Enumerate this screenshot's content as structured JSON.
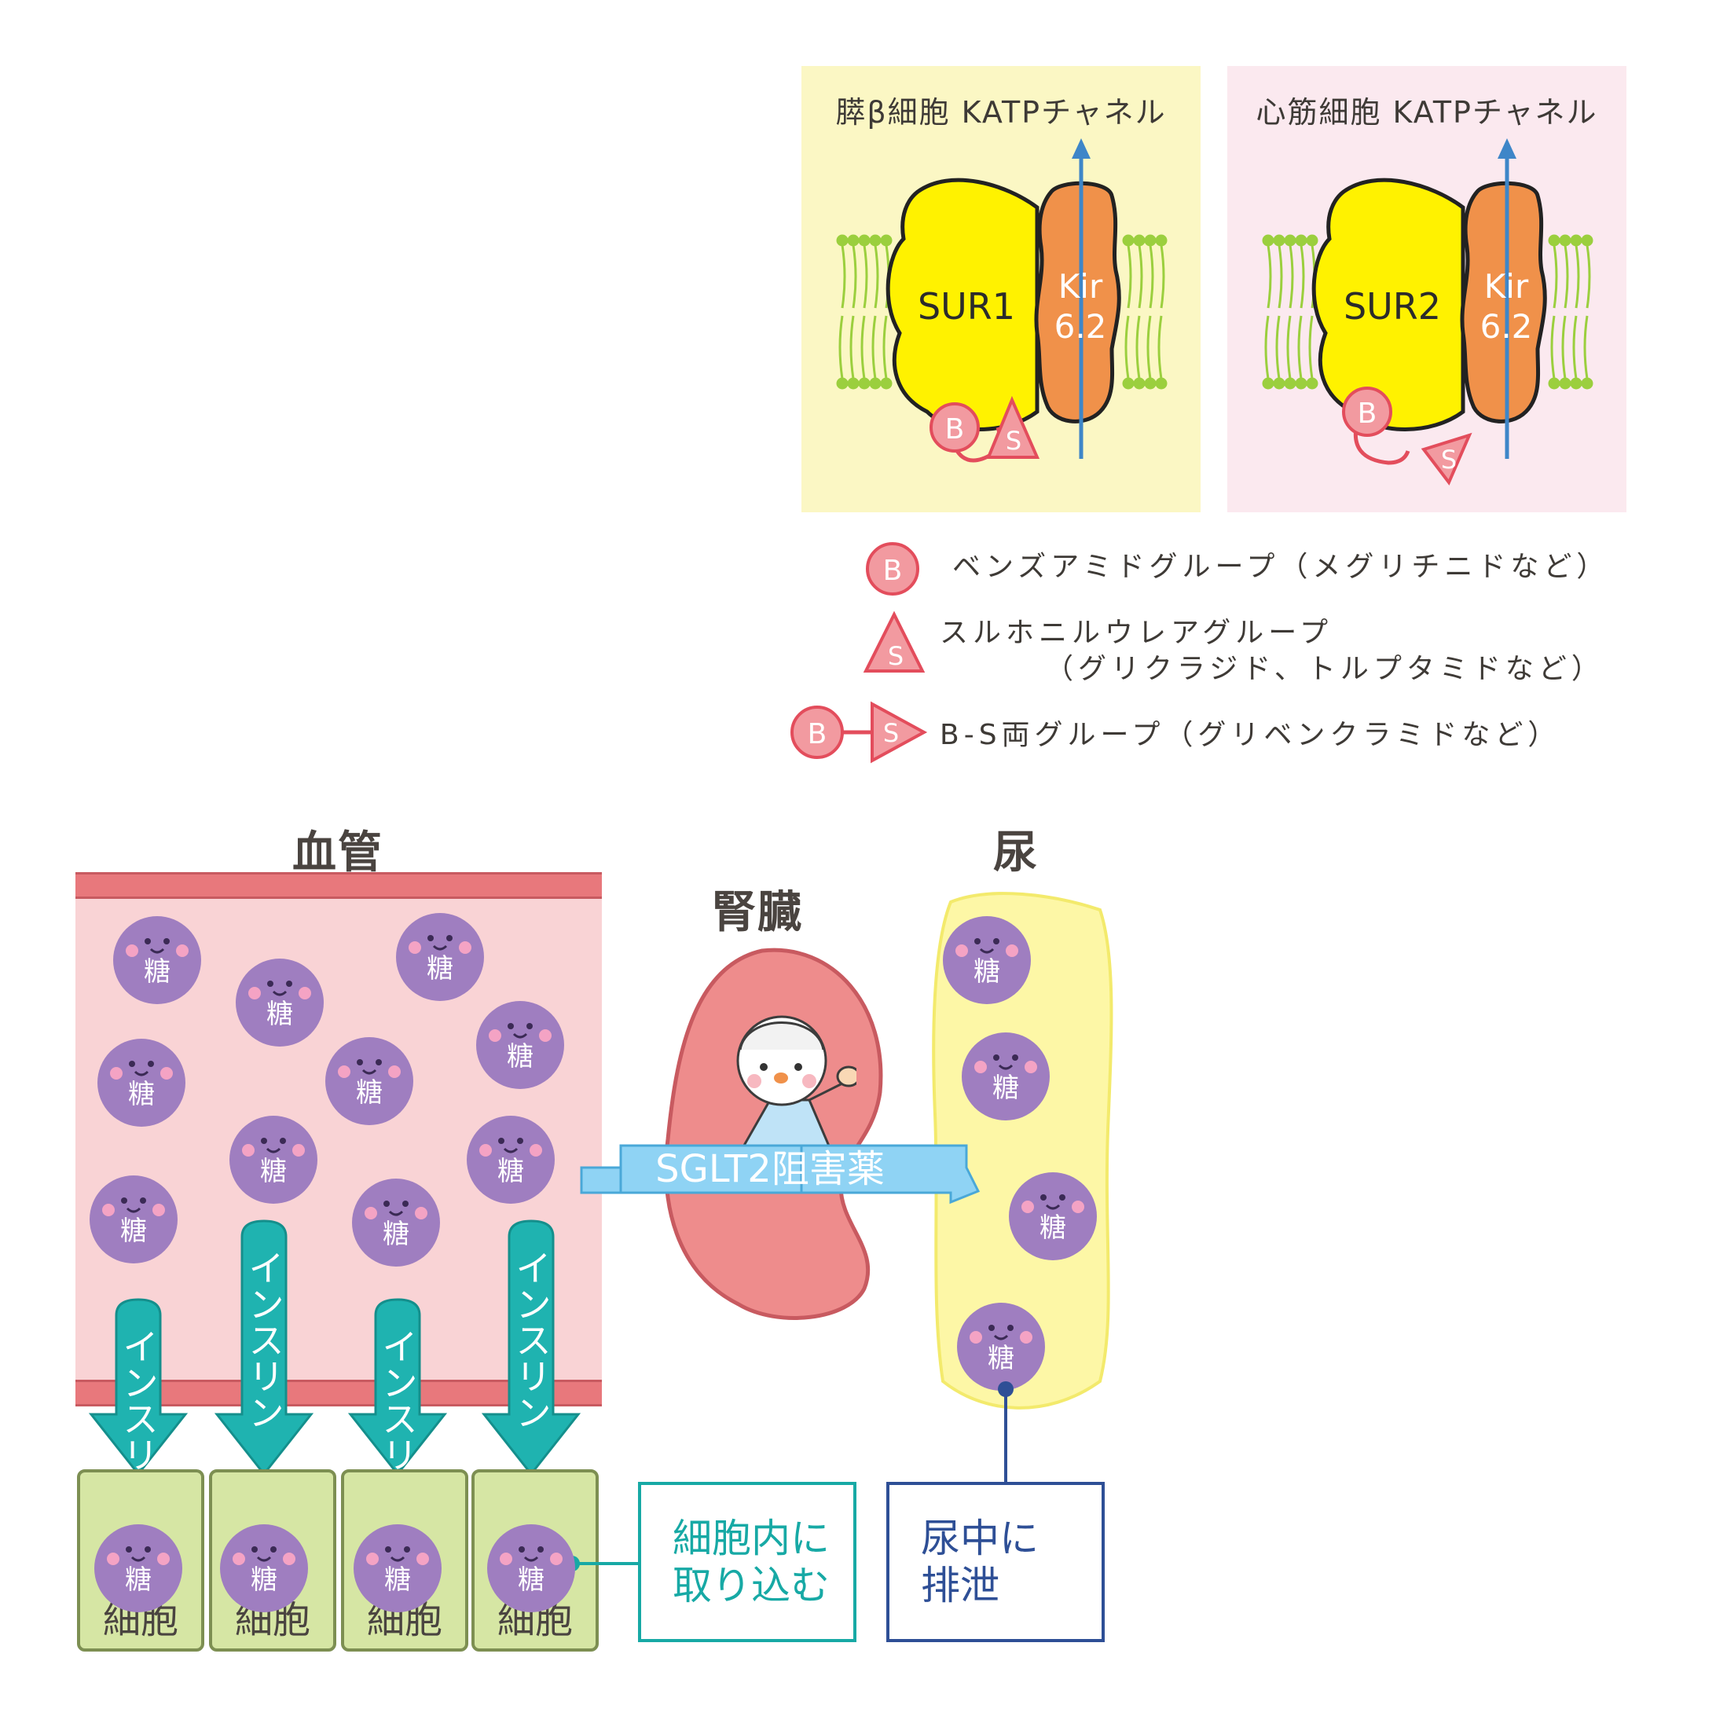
{
  "katp_panels": [
    {
      "title": "膵β細胞 KATPチャネル",
      "sur_label": "SUR1",
      "kir_label_line1": "Kir",
      "kir_label_line2": "6.2",
      "bg_color": "#fbf7c4"
    },
    {
      "title": "心筋細胞 KATPチャネル",
      "sur_label": "SUR2",
      "kir_label_line1": "Kir",
      "kir_label_line2": "6.2",
      "bg_color": "#fbe9ef"
    }
  ],
  "site_letters": {
    "b": "B",
    "s": "S"
  },
  "legend": {
    "benzamide": "ベンズアミドグループ（メグリチニドなど）",
    "sulfonylurea_line1": "スルホニルウレアグループ",
    "sulfonylurea_line2": "（グリクラジド、トルプタミドなど）",
    "both": "B-S両グループ（グリベンクラミドなど）"
  },
  "labels": {
    "blood_vessel": "血管",
    "kidney": "腎臓",
    "urine": "尿",
    "sglt2": "SGLT2阻害薬",
    "insulin": "インスリン",
    "cell": "細胞",
    "sugar": "糖",
    "uptake_line1": "細胞内に",
    "uptake_line2": "取り込む",
    "excrete_line1": "尿中に",
    "excrete_line2": "排泄"
  },
  "colors": {
    "sur": "#fff200",
    "kir": "#f0914a",
    "membrane": "#9bcf3e",
    "drug_pink": "#f29aa0",
    "sugar_purple": "#9f7ec0",
    "vessel_bg": "#f9d3d5",
    "vessel_wall": "#e8787c",
    "insulin_teal": "#1fb3b0",
    "cell_green": "#d6e6a4",
    "kidney": "#ee8c8c",
    "urine_yellow": "#fdf7a6",
    "sglt2_blue": "#8fd3f4",
    "uptake_border": "#17a9a5",
    "excrete_border": "#2e4f96"
  },
  "icons": [
    "membrane-icon",
    "sugar-molecule-icon",
    "insulin-arrow-icon",
    "kidney-icon",
    "mascot-icon"
  ]
}
